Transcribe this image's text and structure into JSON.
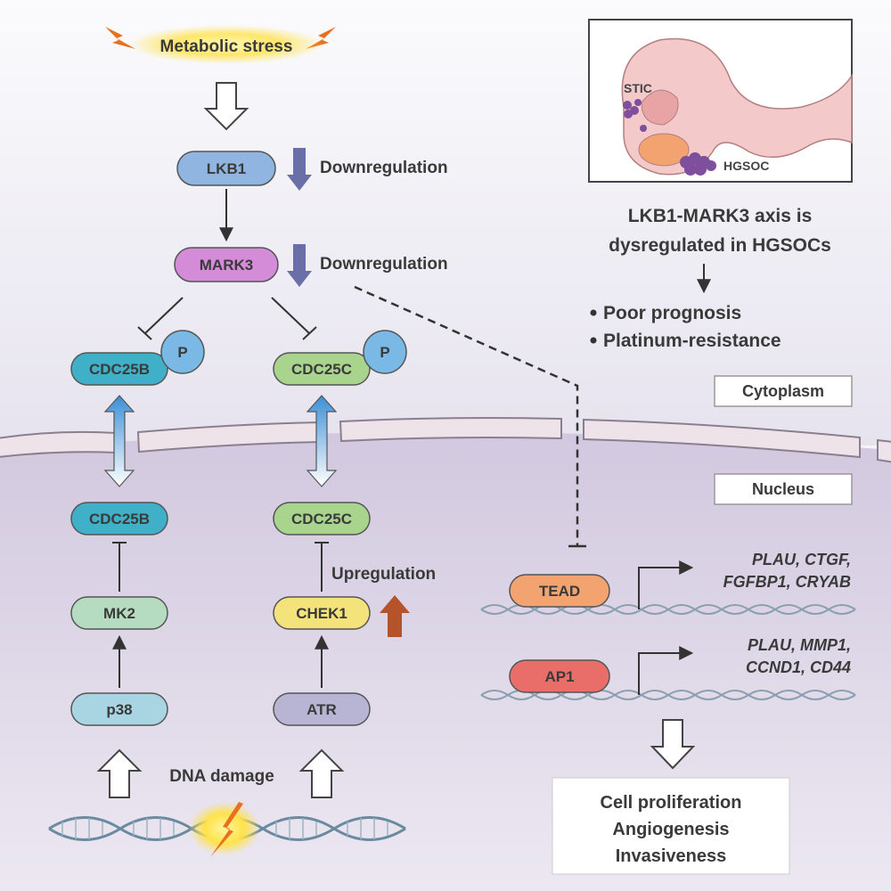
{
  "stress": "Metabolic stress",
  "dna_damage": "DNA damage",
  "nodes": {
    "lkb1": "LKB1",
    "mark3": "MARK3",
    "cdc25b_p": "CDC25B",
    "cdc25c_p": "CDC25C",
    "phospho": "P",
    "cdc25b": "CDC25B",
    "cdc25c": "CDC25C",
    "mk2": "MK2",
    "chek1": "CHEK1",
    "p38": "p38",
    "atr": "ATR",
    "tead": "TEAD",
    "ap1": "AP1"
  },
  "regulation": {
    "lkb1": "Downregulation",
    "mark3": "Downregulation",
    "chek1": "Upregulation"
  },
  "targets": {
    "tead_line1": "PLAU, CTGF,",
    "tead_line2": "FGFBP1, CRYAB",
    "ap1_line1": "PLAU, MMP1,",
    "ap1_line2": "CCND1, CD44"
  },
  "compartments": {
    "cytoplasm": "Cytoplasm",
    "nucleus": "Nucleus"
  },
  "anatomy": {
    "stic": "STIC",
    "hgsoc": "HGSOC"
  },
  "info": {
    "line1": "LKB1-MARK3 axis is",
    "line2": "dysregulated in HGSOCs",
    "bullet1": "Poor prognosis",
    "bullet2": "Platinum-resistance"
  },
  "outcomes": [
    "Cell proliferation",
    "Angiogenesis",
    "Invasiveness"
  ],
  "colors": {
    "lkb1": "#8fb5e0",
    "mark3": "#d48bd8",
    "cdc25b": "#3fb0c7",
    "cdc25c": "#a8d48e",
    "mk2": "#b5dcc0",
    "chek1": "#f3e37a",
    "p38": "#a9d5e3",
    "atr": "#b8b5d4",
    "tead": "#f3a36f",
    "ap1": "#e96e6a",
    "phospho": "#7ab9e6",
    "down_arrow": "#6a6fa8",
    "up_arrow": "#b5532a",
    "nucleus_bg": "#d8cfe2"
  }
}
